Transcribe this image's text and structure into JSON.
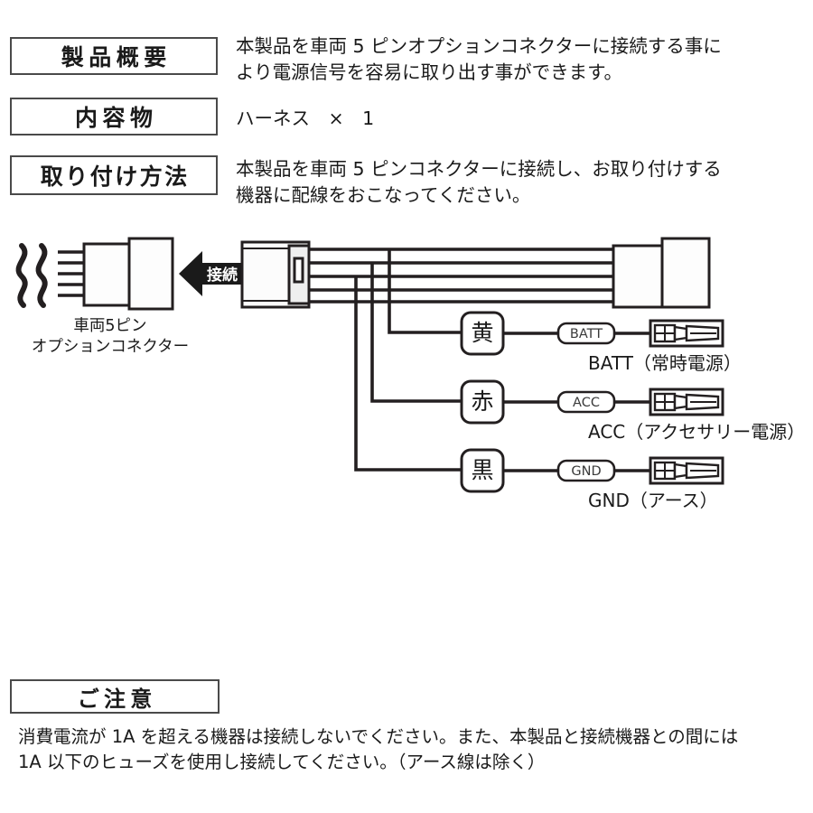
{
  "sections": [
    {
      "heading": "製品概要",
      "body": "本製品を車両 5 ピンオプションコネクターに接続する事に\nより電源信号を容易に取り出す事ができます。"
    },
    {
      "heading": "内容物",
      "body": "ハーネス　×　1"
    },
    {
      "heading": "取り付け方法",
      "body": "本製品を車両 5 ピンコネクターに接続し、お取り付けする\n機器に配線をおこなってください。"
    },
    {
      "heading": "ご注意",
      "body": "消費電流が 1A を超える機器は接続しないでください。また、本製品と接続機器との間には\n1A 以下のヒューズを使用し接続してください。（アース線は除く）"
    }
  ],
  "diagram": {
    "vehicle_connector_caption": "車両5ピン\nオプションコネクター",
    "connect_arrow_label": "接続",
    "branches": [
      {
        "color_label": "黄",
        "inline_tag": "BATT",
        "terminal_caption": "BATT（常時電源）"
      },
      {
        "color_label": "赤",
        "inline_tag": "ACC",
        "terminal_caption": "ACC（アクセサリー電源）"
      },
      {
        "color_label": "黒",
        "inline_tag": "GND",
        "terminal_caption": "GND（アース）"
      }
    ]
  },
  "colors": {
    "line": "#231f20",
    "box_border": "#4a4a4a",
    "text": "#1a1a1a",
    "arrow_fill": "#1a1a1a",
    "arrow_text": "#ffffff"
  }
}
